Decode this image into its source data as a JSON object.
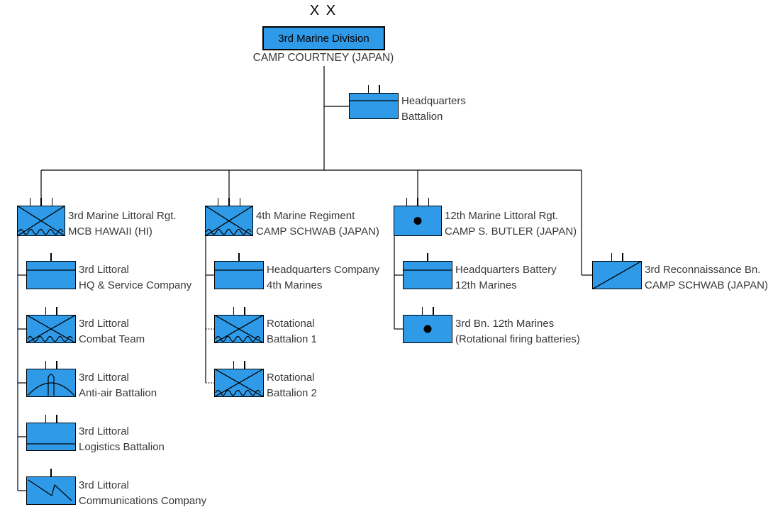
{
  "colors": {
    "unit_fill": "#2E9AE8",
    "line": "#000000",
    "label_text": "#383838",
    "background": "#ffffff"
  },
  "division": {
    "echelon_label": "X X",
    "echelon": "division",
    "name": "3rd Marine Division",
    "location": "CAMP COURTNEY (JAPAN)"
  },
  "units": [
    {
      "id": "hq-battalion",
      "line1": "Headquarters",
      "line2": "Battalion",
      "echelon": "battalion (II)",
      "symbol": "headquarters",
      "parent": "3rd Marine Division",
      "attachment": "solid"
    },
    {
      "id": "3rd-marine-littoral-rgt",
      "line1": "3rd Marine Littoral Rgt.",
      "line2": "MCB HAWAII (HI)",
      "echelon": "regiment (III)",
      "symbol": "infantry-littoral",
      "parent": "3rd Marine Division",
      "attachment": "solid"
    },
    {
      "id": "4th-marine-regiment",
      "line1": "4th Marine Regiment",
      "line2": "CAMP SCHWAB (JAPAN)",
      "echelon": "regiment (III)",
      "symbol": "infantry-littoral",
      "parent": "3rd Marine Division",
      "attachment": "solid"
    },
    {
      "id": "12th-marine-littoral-rgt",
      "line1": "12th Marine Littoral Rgt.",
      "line2": "CAMP S. BUTLER (JAPAN)",
      "echelon": "regiment (III)",
      "symbol": "artillery",
      "parent": "3rd Marine Division",
      "attachment": "solid"
    },
    {
      "id": "3rd-reconnaissance-bn",
      "line1": "3rd Reconnaissance Bn.",
      "line2": "CAMP SCHWAB (JAPAN)",
      "echelon": "battalion (II)",
      "symbol": "reconnaissance",
      "parent": "3rd Marine Division",
      "attachment": "solid"
    },
    {
      "id": "3rd-littoral-hq-service-co",
      "line1": "3rd Littoral",
      "line2": "HQ & Service Company",
      "echelon": "company (I)",
      "symbol": "headquarters",
      "parent": "3rd Marine Littoral Rgt.",
      "attachment": "solid"
    },
    {
      "id": "3rd-littoral-combat-team",
      "line1": "3rd Littoral",
      "line2": "Combat Team",
      "echelon": "battalion (II)",
      "symbol": "infantry-littoral",
      "parent": "3rd Marine Littoral Rgt.",
      "attachment": "solid"
    },
    {
      "id": "3rd-littoral-anti-air-bn",
      "line1": "3rd Littoral",
      "line2": "Anti-air Battalion",
      "echelon": "battalion (II)",
      "symbol": "air-defense",
      "parent": "3rd Marine Littoral Rgt.",
      "attachment": "solid"
    },
    {
      "id": "3rd-littoral-logistics-bn",
      "line1": "3rd Littoral",
      "line2": "Logistics Battalion",
      "echelon": "battalion (II)",
      "symbol": "logistics",
      "parent": "3rd Marine Littoral Rgt.",
      "attachment": "solid"
    },
    {
      "id": "3rd-littoral-communications-co",
      "line1": "3rd Littoral",
      "line2": "Communications Company",
      "echelon": "company (I)",
      "symbol": "signal",
      "parent": "3rd Marine Littoral Rgt.",
      "attachment": "solid"
    },
    {
      "id": "hq-company-4th-marines",
      "line1": "Headquarters Company",
      "line2": "4th Marines",
      "echelon": "company (I)",
      "symbol": "headquarters",
      "parent": "4th Marine Regiment",
      "attachment": "solid"
    },
    {
      "id": "rotational-battalion-1",
      "line1": "Rotational",
      "line2": "Battalion 1",
      "echelon": "battalion (II)",
      "symbol": "infantry-littoral",
      "parent": "4th Marine Regiment",
      "attachment": "dotted"
    },
    {
      "id": "rotational-battalion-2",
      "line1": "Rotational",
      "line2": "Battalion 2",
      "echelon": "battalion (II)",
      "symbol": "infantry-littoral",
      "parent": "4th Marine Regiment",
      "attachment": "dotted"
    },
    {
      "id": "hq-battery-12th-marines",
      "line1": "Headquarters Battery",
      "line2": "12th Marines",
      "echelon": "battery (I)",
      "symbol": "headquarters",
      "parent": "12th Marine Littoral Rgt.",
      "attachment": "solid"
    },
    {
      "id": "3rd-bn-12th-marines",
      "line1": "3rd Bn. 12th Marines",
      "line2": "(Rotational firing batteries)",
      "echelon": "battalion (II)",
      "symbol": "artillery",
      "parent": "12th Marine Littoral Rgt.",
      "attachment": "solid"
    }
  ]
}
